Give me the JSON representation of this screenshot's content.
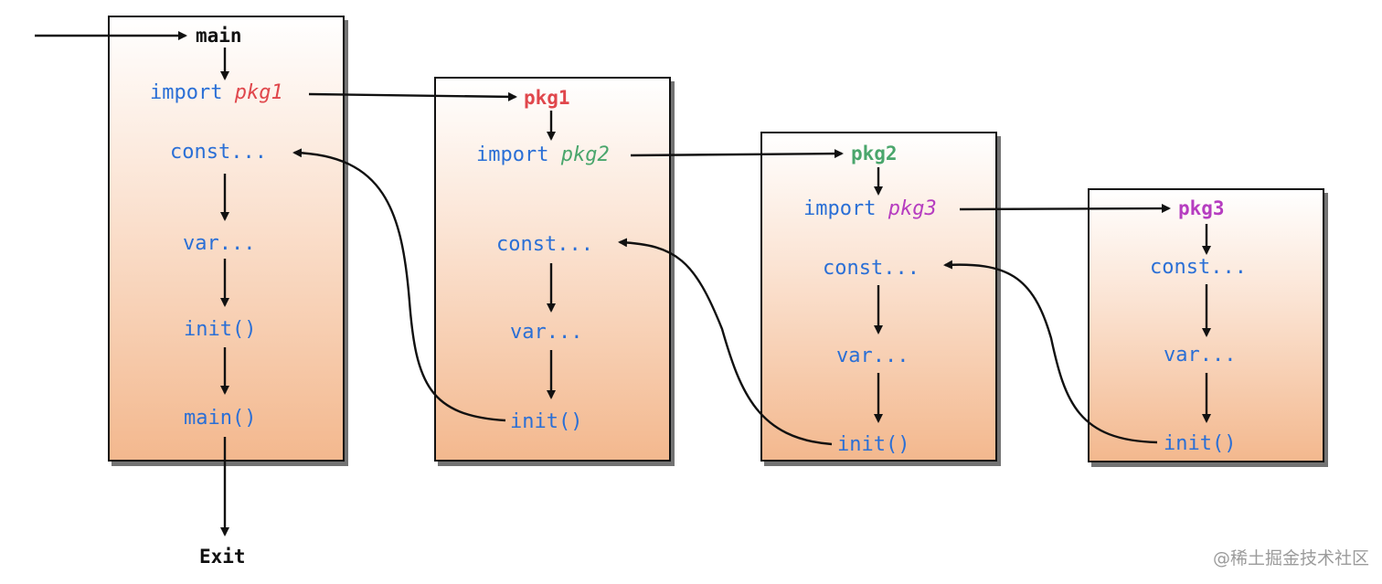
{
  "main": {
    "header": "main",
    "import_kw": "import",
    "import_pkg": "pkg1",
    "const": "const...",
    "var": "var...",
    "init": "init()",
    "main_call": "main()",
    "exit": "Exit"
  },
  "pkg1": {
    "header": "pkg1",
    "import_kw": "import",
    "import_pkg": "pkg2",
    "const": "const...",
    "var": "var...",
    "init": "init()"
  },
  "pkg2": {
    "header": "pkg2",
    "import_kw": "import",
    "import_pkg": "pkg3",
    "const": "const...",
    "var": "var...",
    "init": "init()"
  },
  "pkg3": {
    "header": "pkg3",
    "const": "const...",
    "var": "var...",
    "init": "init()"
  },
  "colors": {
    "keyword": "#2a6fd6",
    "pkg1": "#e0474c",
    "pkg2": "#4aa66c",
    "pkg3": "#b63dc0",
    "box_top": "#ffffff",
    "box_bottom": "#f3b88e"
  },
  "watermark": "@稀土掘金技术社区"
}
